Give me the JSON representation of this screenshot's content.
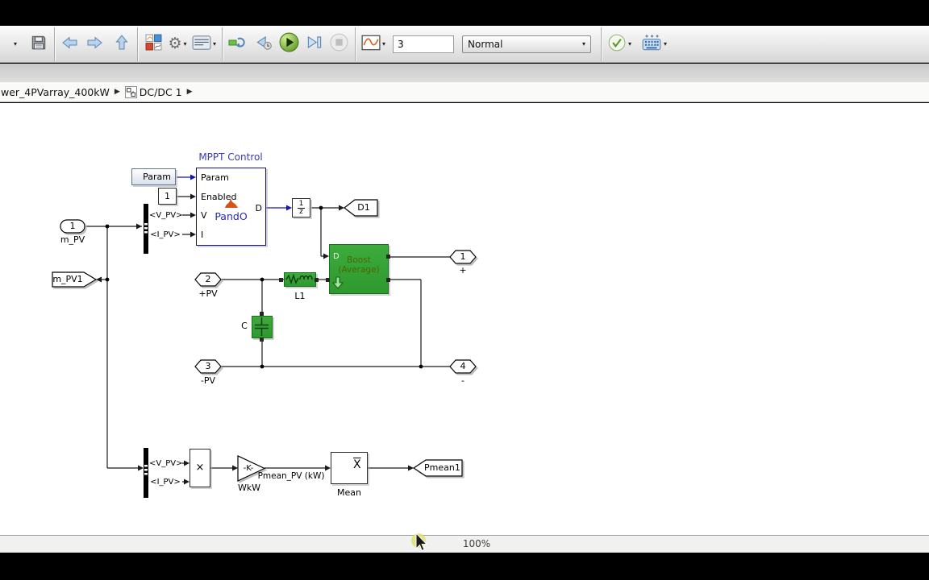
{
  "toolbar": {
    "stop_time": "3",
    "sim_mode": "Normal",
    "icons": [
      "dropdown",
      "save",
      "back",
      "forward",
      "up",
      "library-browser",
      "model-settings",
      "model-explorer",
      "connect",
      "step-back",
      "run",
      "step-forward",
      "stop",
      "scope",
      "check-model",
      "build"
    ]
  },
  "breadcrumb": {
    "parent": "wer_4PVarray_400kW",
    "current": "DC/DC 1"
  },
  "diagram": {
    "mppt": {
      "title": "MPPT Control",
      "in_param": "Param",
      "in_enabled": "Enabled",
      "in_v": "V",
      "in_i": "I",
      "out_d": "D",
      "function_name": "PandO"
    },
    "param_source": "Param",
    "constant_value": "1",
    "bus_top": {
      "v": "<V_PV>",
      "i": "<I_PV>"
    },
    "bus_bottom": {
      "v": "<V_PV>",
      "i": "<I_PV>"
    },
    "inport_mpv": {
      "number": "1",
      "name": "m_PV"
    },
    "goto_mpv1": "m_PV1",
    "unit_delay": {
      "num": "1",
      "den": "z"
    },
    "goto_d1": "D1",
    "boost": {
      "name_line1": "Boost",
      "name_line2": "(Average)",
      "port_d": "D"
    },
    "conn_plus": {
      "number": "1",
      "name": "+"
    },
    "conn_pv_plus": {
      "number": "2",
      "name": "+PV"
    },
    "conn_pv_minus": {
      "number": "3",
      "name": "-PV"
    },
    "conn_minus": {
      "number": "4",
      "name": "-"
    },
    "inductor_name": "L1",
    "capacitor_name": "C",
    "product_symbol": "×",
    "gain": {
      "symbol": "-K-",
      "name": "WkW"
    },
    "signal_label": "Pmean_PV (kW)",
    "mean": {
      "symbol": "X",
      "name": "Mean"
    },
    "goto_pmean1": "Pmean1"
  },
  "statusbar": {
    "zoom_level": "100%"
  }
}
